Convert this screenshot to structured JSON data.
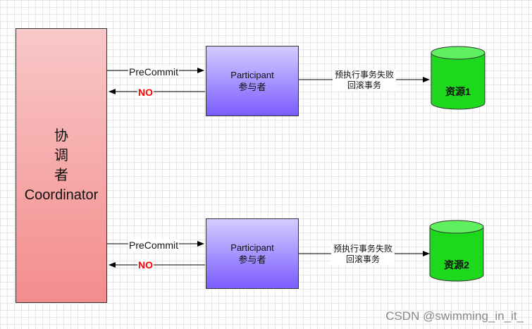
{
  "coordinator": {
    "lines": [
      "协",
      "调",
      "者",
      "Coordinator"
    ]
  },
  "groups": [
    {
      "participant": {
        "line1": "Participant",
        "line2": "参与者"
      },
      "precommit": "PreCommit",
      "reply": "NO",
      "action": {
        "line1": "预执行事务失败",
        "line2": "回滚事务"
      },
      "resource": "资源1"
    },
    {
      "participant": {
        "line1": "Participant",
        "line2": "参与者"
      },
      "precommit": "PreCommit",
      "reply": "NO",
      "action": {
        "line1": "预执行事务失败",
        "line2": "回滚事务"
      },
      "resource": "资源2"
    }
  ],
  "watermark": "CSDN @swimming_in_it_",
  "colors": {
    "no_text": "#ff0000",
    "resource_fill": "#1ed81e",
    "arrow": "#000000"
  }
}
